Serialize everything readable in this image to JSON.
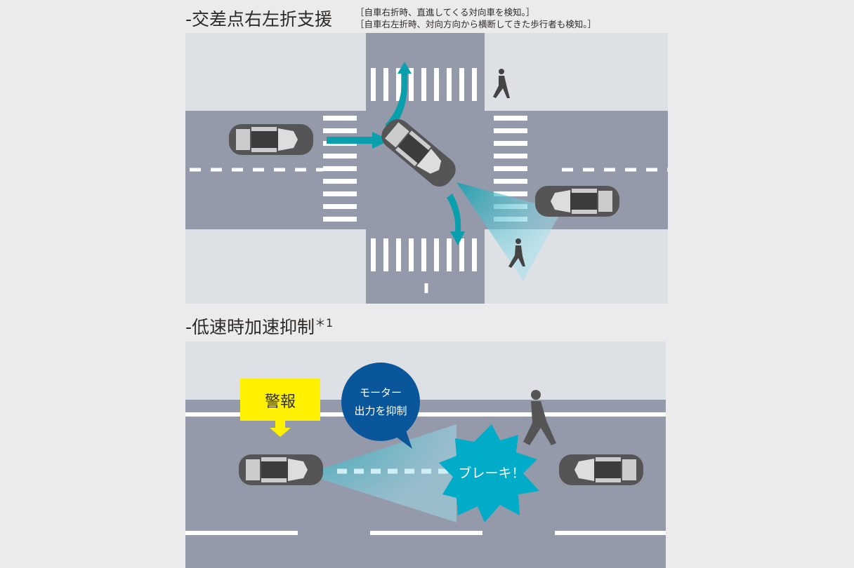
{
  "section1": {
    "title": "-交差点右左折支援",
    "notes": [
      "［自車右折時、直進してくる対向車を検知。］",
      "［自車右左折時、対向方向から横断してきた歩行者も検知。］"
    ]
  },
  "section2": {
    "title": "-低速時加速抑制",
    "footnote_mark": "＊1",
    "warning_label": "警報",
    "bubble_line1": "モーター",
    "bubble_line2": "出力を抑制",
    "brake_label": "ブレーキ！"
  },
  "colors": {
    "road": "#959aab",
    "sidewalk": "#dde0e4",
    "teal": "#0a9fad",
    "warning": "#fff100",
    "bubble": "#0a569b",
    "brake": "#00acc8"
  }
}
